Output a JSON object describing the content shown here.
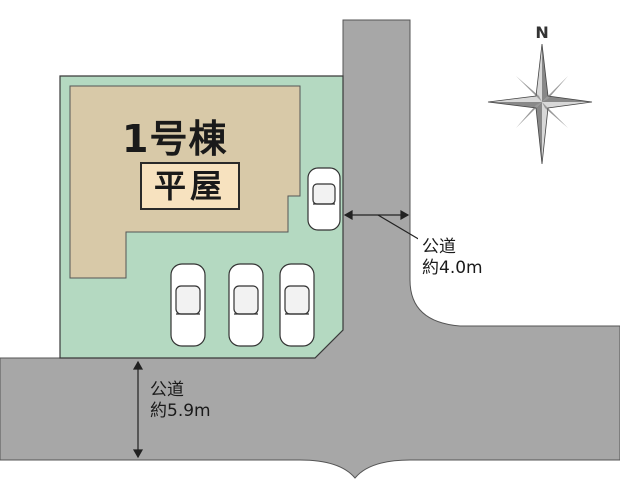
{
  "lot": {
    "building_label": "1号棟",
    "building_type": "平屋"
  },
  "roads": [
    {
      "id": "north-south-road",
      "name": "公道",
      "width": "約4.0m"
    },
    {
      "id": "east-west-road",
      "name": "公道",
      "width": "約5.9m"
    }
  ],
  "compass": {
    "north_label": "N"
  },
  "parking": {
    "car_count": 4
  },
  "colors": {
    "road": "#a7a7a7",
    "lot": "#b4d9c1",
    "building": "#d8c9a8",
    "road_outline": "#555555",
    "car_body": "#ffffff"
  }
}
